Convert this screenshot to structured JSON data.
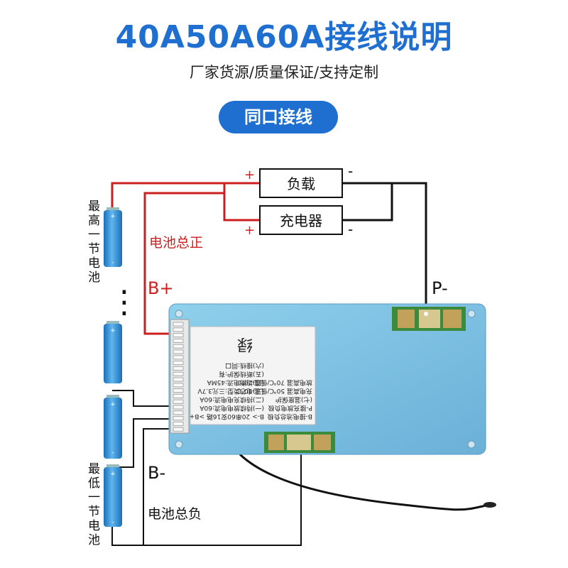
{
  "header": {
    "title": "40A50A60A接线说明",
    "subtitle": "厂家货源/质量保证/支持定制",
    "badge": "同口接线"
  },
  "loads": {
    "load_label": "负载",
    "charger_label": "充电器",
    "plus": "+",
    "minus": "-"
  },
  "labels": {
    "battery_total_positive": "电池总正",
    "b_plus": "B+",
    "b_minus": "B-",
    "p_minus": "P-",
    "battery_total_negative": "电池总负",
    "highest_cell": "最高一节电池",
    "lowest_cell": "最低一节电池",
    "dots": "⋮"
  },
  "board": {
    "sticker_big_char": "绿",
    "lines": [
      "B-> 20串60安16路 >B+",
      "(一)持续放电电流:60A",
      "(二)持续充电电流:60A",
      "(三)电芯类型:三元3.7V",
      "(四)均衡电流:45MA",
      "(五)断线保护:有",
      "(六)接线:同口"
    ],
    "right_lines": [
      "B-接电池总负极",
      "P-接充放电负极",
      "(七)温度保护",
      "充电高温 50℃/低温-10℃",
      "放电高温 70℃/低温-20℃"
    ]
  },
  "colors": {
    "title_blue": "#1f6fd1",
    "wire_red": "#cc1f1f",
    "wire_black": "#111111",
    "board_blue": "#7fbfe0",
    "cell_blue": "#2f8fd6"
  }
}
